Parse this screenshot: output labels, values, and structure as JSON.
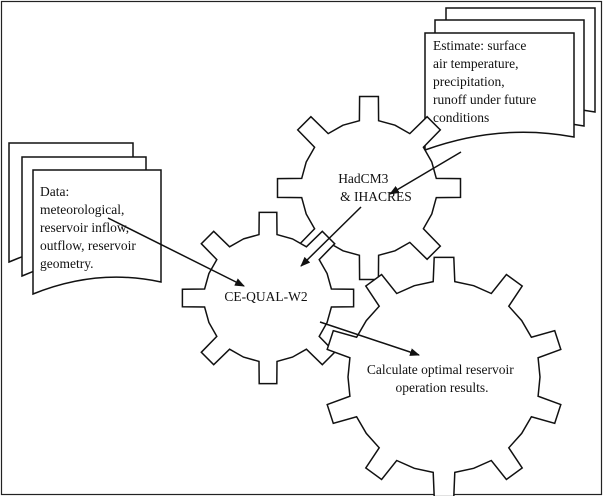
{
  "diagram": {
    "inputs_data": {
      "lines": [
        "Data:",
        "meteorological,",
        "reservoir inflow,",
        "outflow, reservoir",
        "geometry."
      ]
    },
    "inputs_estimate": {
      "lines": [
        "Estimate: surface",
        "air temperature,",
        "precipitation,",
        "runoff under future",
        "conditions"
      ]
    },
    "gears": {
      "hadcm3": {
        "lines": [
          "HadCM3",
          "& IHACRES"
        ]
      },
      "cequal": {
        "lines": [
          "CE-QUAL-W2"
        ]
      },
      "optimal": {
        "lines": [
          "Calculate optimal reservoir",
          "operation results."
        ]
      }
    }
  }
}
